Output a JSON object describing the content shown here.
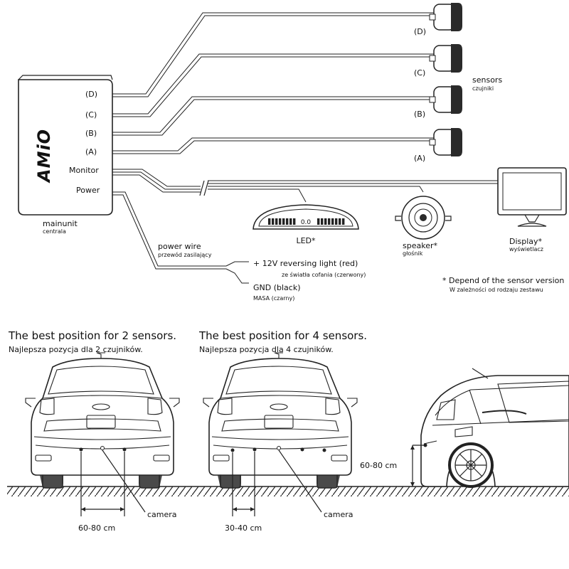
{
  "wiring": {
    "ports": [
      "(D)",
      "(C)",
      "(B)",
      "(A)",
      "Monitor",
      "Power"
    ],
    "brand_logo": "AMiO",
    "main_unit": {
      "label": "mainunit",
      "sublabel": "centrala"
    },
    "sensor_tags": [
      "(D)",
      "(C)",
      "(B)",
      "(A)"
    ],
    "sensors": {
      "label": "sensors",
      "sublabel": "czujniki"
    },
    "led": {
      "label": "LED*",
      "readout": "0.0"
    },
    "speaker": {
      "label": "speaker*",
      "sublabel": "głośnik"
    },
    "display": {
      "label": "Display*",
      "sublabel": "wyświetlacz"
    },
    "power_wire": {
      "label": "power wire",
      "sublabel": "przewód zasilający"
    },
    "reversing": {
      "label": "+ 12V reversing light (red)",
      "sublabel": "ze światła cofania (czerwony)"
    },
    "ground": {
      "label": "GND (black)",
      "sublabel": "MASA (czarny)"
    },
    "note": {
      "label": "* Depend of the sensor version",
      "sublabel": "W zależności od rodzaju zestawu"
    }
  },
  "placement": {
    "two_sensors": {
      "title": "The best position for 2 sensors.",
      "subtitle": "Najlepsza pozycja dla 2 czujników.",
      "spacing": "60-80 cm",
      "camera": "camera"
    },
    "four_sensors": {
      "title": "The best position for 4 sensors.",
      "subtitle": "Najlepsza pozycja dla 4 czujników.",
      "spacing": "30-40 cm",
      "camera": "camera"
    },
    "height": "60-80 cm"
  }
}
